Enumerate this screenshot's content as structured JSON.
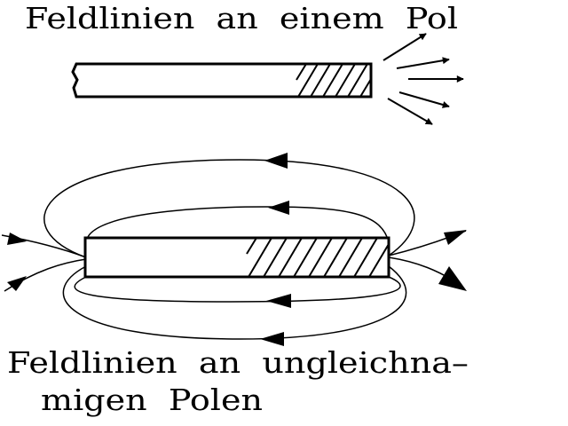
{
  "diagram": {
    "top_caption": "Feldlinien  an  einem  Pol",
    "bottom_caption_line1": "Feldlinien  an  ungleichna–",
    "bottom_caption_line2": "migen  Polen",
    "colors": {
      "ink": "#000000",
      "background": "#ffffff"
    }
  }
}
